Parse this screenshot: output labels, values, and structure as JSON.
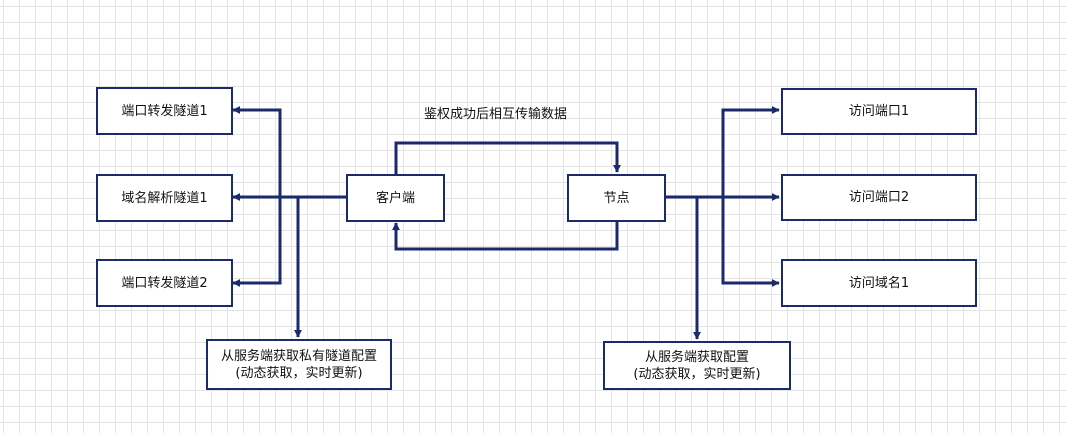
{
  "colors": {
    "stroke": "#1b2a6b",
    "grid": "#e4e4e4",
    "background": "#ffffff"
  },
  "nodes": {
    "port_tunnel_1": "端口转发隧道1",
    "dns_tunnel_1": "域名解析隧道1",
    "port_tunnel_2": "端口转发隧道2",
    "client": "客户端",
    "node": "节点",
    "access_port_1": "访问端口1",
    "access_port_2": "访问端口2",
    "access_domain_1": "访问域名1",
    "client_config": {
      "line1": "从服务端获取私有隧道配置",
      "line2": "(动态获取，实时更新)"
    },
    "node_config": {
      "line1": "从服务端获取配置",
      "line2": "(动态获取，实时更新)"
    }
  },
  "edges": {
    "auth_label": "鉴权成功后相互传输数据"
  }
}
